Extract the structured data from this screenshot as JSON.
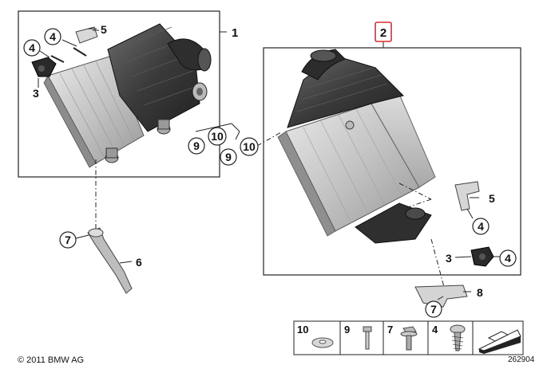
{
  "callouts": {
    "c1": "1",
    "c2": "2",
    "c3a": "3",
    "c3b": "3",
    "c4a": "4",
    "c4b": "4",
    "c4c": "4",
    "c4d": "4",
    "c5a": "5",
    "c5b": "5",
    "c6": "6",
    "c7a": "7",
    "c7b": "7",
    "c8": "8",
    "c9a": "9",
    "c9b": "9",
    "c10a": "10",
    "c10b": "10"
  },
  "legend": {
    "items": [
      {
        "number": "10",
        "part": "washer"
      },
      {
        "number": "9",
        "part": "bolt"
      },
      {
        "number": "7",
        "part": "flange-bolt"
      },
      {
        "number": "4",
        "part": "screw"
      }
    ]
  },
  "footer": {
    "copyright": "© 2011 BMW AG",
    "diagram_id": "262904"
  },
  "colors": {
    "highlight": "#d32f2f",
    "metal": "#c8c8c8",
    "plastic": "#3a3a3a"
  }
}
